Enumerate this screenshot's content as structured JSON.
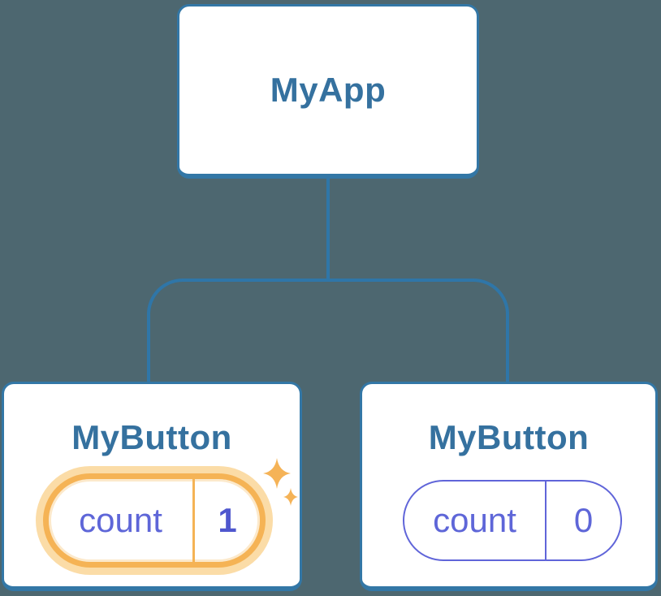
{
  "diagram": {
    "root": {
      "label": "MyApp"
    },
    "children": [
      {
        "label": "MyButton",
        "state_key": "count",
        "state_value": "1",
        "highlighted": true
      },
      {
        "label": "MyButton",
        "state_key": "count",
        "state_value": "0",
        "highlighted": false
      }
    ]
  },
  "icons": {
    "sparkle": "sparkle-icon"
  },
  "colors": {
    "background": "#4D6770",
    "node_fill": "#FFFFFF",
    "node_border": "#3377A6",
    "connector_line": "#2F76A8",
    "title_text": "#35719F",
    "state_text_purple": "#5E66D8",
    "state_value_bold_purple": "#4F57CE",
    "state_pill_border_purple": "#6065D9",
    "highlight_orange": "#F5B355",
    "highlight_halo": "#FBDCA7"
  }
}
